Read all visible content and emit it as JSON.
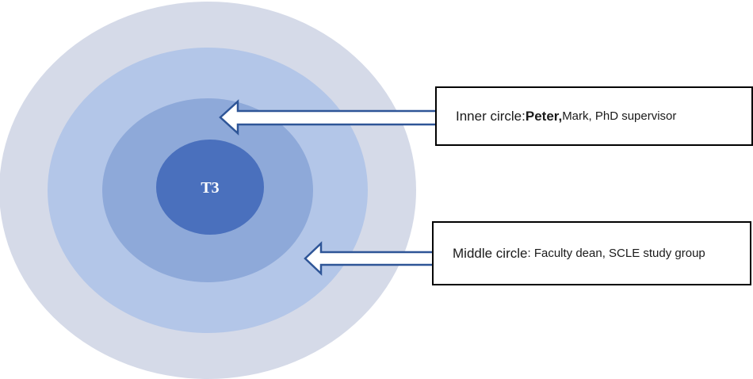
{
  "diagram": {
    "center_label": "T3",
    "colors": {
      "outer_ring": "#d5dae8",
      "second_ring": "#b3c6e8",
      "third_ring": "#8ea9d9",
      "core": "#4a70bd",
      "arrow_stroke": "#2e5597"
    },
    "inner_box": {
      "heading": "Inner circle: ",
      "bold_name": "Peter,",
      "rest": " Mark, PhD supervisor"
    },
    "middle_box": {
      "heading": "Middle circle",
      "rest": ": Faculty dean, SCLE study group"
    }
  }
}
